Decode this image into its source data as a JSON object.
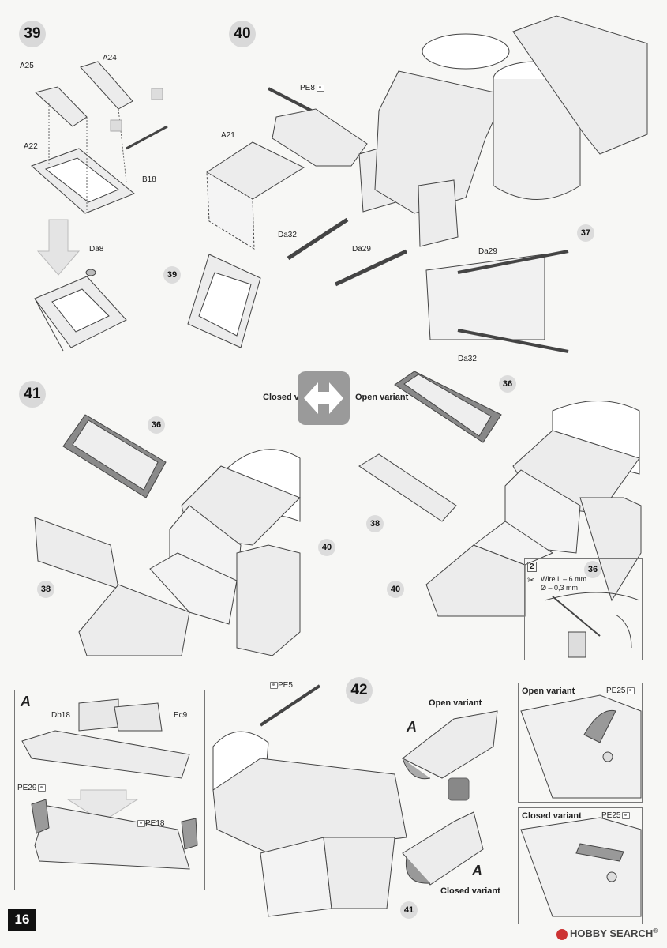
{
  "page": {
    "number": "16"
  },
  "steps": {
    "s39": "39",
    "s40": "40",
    "s41": "41",
    "s42": "42"
  },
  "step39": {
    "parts": {
      "a25": "A25",
      "a24": "A24",
      "a22": "A22",
      "b18": "B18",
      "da8": "Da8"
    }
  },
  "step40": {
    "parts": {
      "pe8": "PE8",
      "a21": "A21",
      "da32": "Da32",
      "da29": "Da29",
      "ref39": "39",
      "ref37": "37",
      "da29b": "Da29",
      "da32b": "Da32"
    }
  },
  "variants": {
    "closed": "Closed variant",
    "open": "Open variant"
  },
  "step41": {
    "left": {
      "ref36": "36",
      "ref38": "38",
      "ref40": "40"
    },
    "right": {
      "ref36": "36",
      "ref38": "38",
      "ref40": "40"
    },
    "inset": {
      "count": "2",
      "ref36": "36",
      "wire_line1": "Wire L – 6 mm",
      "wire_line2": "Ø – 0,3 mm"
    }
  },
  "subA": {
    "letter": "A",
    "db18": "Db18",
    "ec9": "Ec9",
    "pe29": "PE29",
    "pe18": "PE18"
  },
  "step42": {
    "pe5": "PE5",
    "open_variant": "Open variant",
    "closed_variant": "Closed variant",
    "letterA1": "A",
    "letterA2": "A",
    "ref41": "41",
    "detail_open": {
      "title": "Open variant",
      "pe": "PE25"
    },
    "detail_closed": {
      "title": "Closed variant",
      "pe": "PE25"
    }
  },
  "watermark": {
    "brand": "HOBBY SEARCH",
    "reg": "®"
  }
}
